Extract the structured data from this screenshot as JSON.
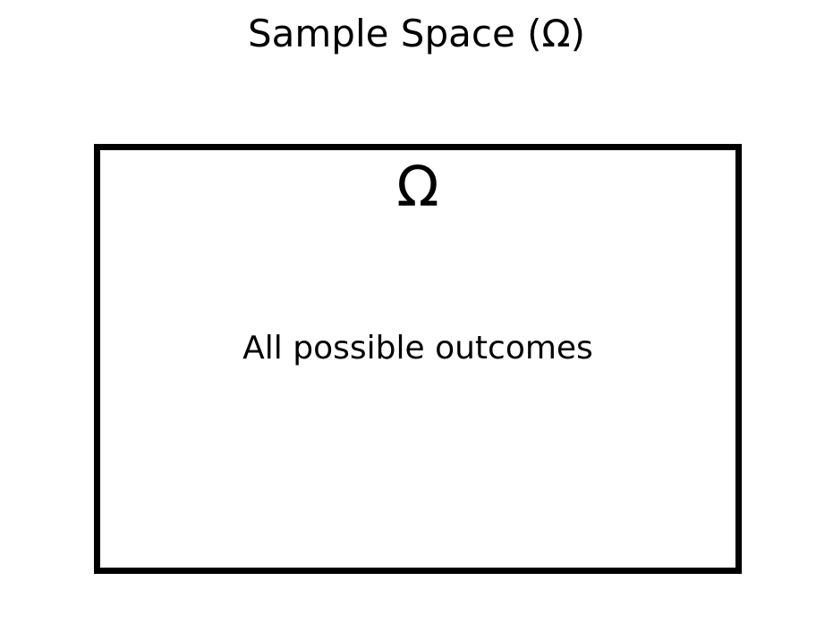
{
  "diagram": {
    "title": "Sample Space (Ω)",
    "set_symbol": "Ω",
    "set_label": "All possible outcomes"
  }
}
